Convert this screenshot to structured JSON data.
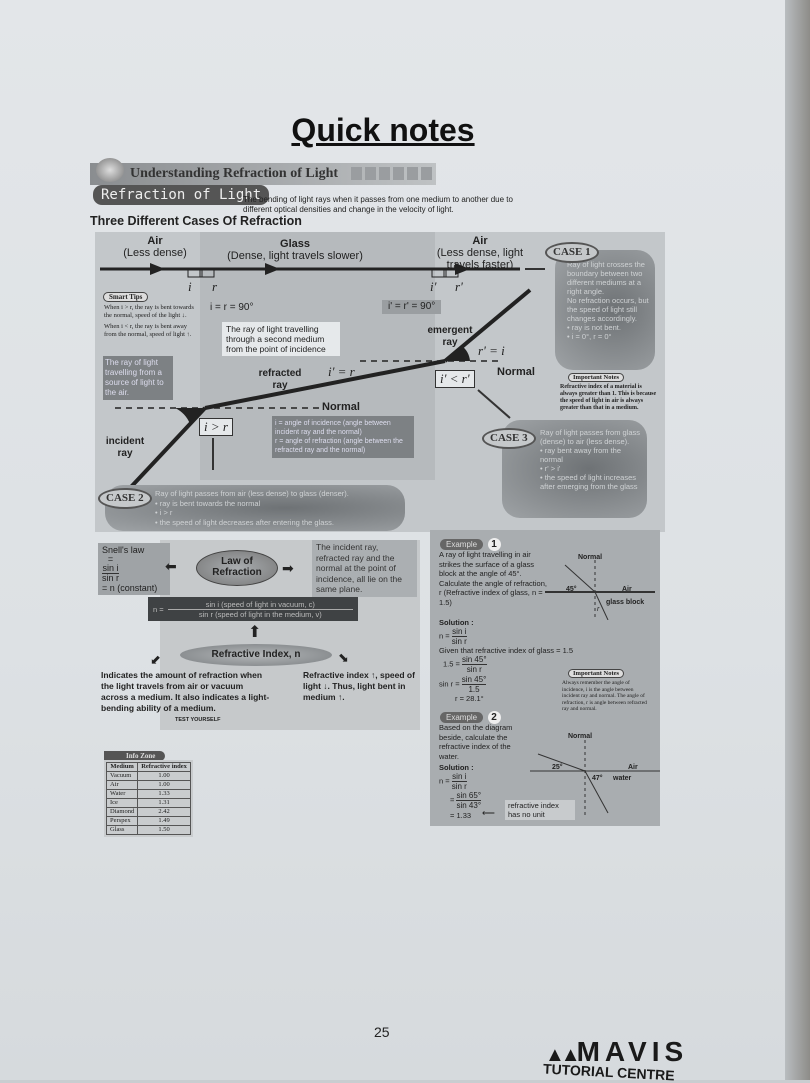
{
  "title": "Quick notes",
  "section": {
    "banner": "Understanding Refraction of Light",
    "pill": "Refraction of Light",
    "definition": "The bending of light rays when it passes from one medium to another due to different optical densities and change in the velocity of light."
  },
  "subheading": "Three Different Cases Of Refraction",
  "diagram": {
    "air_left": "Air",
    "air_left_sub": "(Less dense)",
    "glass": "Glass",
    "glass_sub": "(Dense, light travels slower)",
    "air_right": "Air",
    "air_right_sub": "(Less dense, light travels faster)",
    "i": "i",
    "r": "r",
    "i_prime": "i'",
    "r_prime": "r'",
    "eq_90": "i = r = 90°",
    "eq_90_prime": "i' = r' = 90°",
    "refracted_note": "The ray of light travelling through a second medium from the point of incidence",
    "emergent": "emergent ray",
    "refracted": "refracted ray",
    "incident": "incident ray",
    "ip_eq_r": "i' = r",
    "rp_eq_i": "r' = i",
    "normal": "Normal",
    "normal2": "Normal",
    "i_gt_r": "i > r",
    "ip_lt_rp": "i' < r'",
    "incident_note": "The ray of light travelling from a source of light to the air.",
    "defs": [
      {
        "sym": "i =",
        "text": "angle of incidence (angle between incident ray and the normal)"
      },
      {
        "sym": "r =",
        "text": "angle of refraction (angle between the refracted ray and the normal)"
      }
    ]
  },
  "smart_tips": {
    "label": "Smart Tips",
    "items": [
      "When i > r, the ray is bent towards the normal, speed of the light ↓.",
      "When i < r, the ray is bent away from the normal, speed of light ↑."
    ]
  },
  "case1": {
    "label": "CASE 1",
    "lines": [
      "Ray of light crosses the boundary between two different mediums at a right angle.",
      "No refraction occurs, but the speed of light still changes accordingly."
    ],
    "bullets": [
      "ray is not bent.",
      "i = 0°, r = 0°"
    ]
  },
  "important1": {
    "label": "Important Notes",
    "text": "Refractive index of a material is always greater than 1. This is because the speed of light in air is always greater than that in a medium."
  },
  "case3": {
    "label": "CASE 3",
    "text": "Ray of light passes from glass (dense) to air (less dense).",
    "bullets": [
      "ray bent away from the normal",
      "r' > i'",
      "the speed of light increases after emerging from the glass"
    ]
  },
  "case2": {
    "label": "CASE 2",
    "text": "Ray of light passes from air (less dense) to glass (denser).",
    "bullets": [
      "ray is bent towards the normal",
      "i > r",
      "the speed of light decreases after entering the glass."
    ]
  },
  "law": {
    "center": "Law of Refraction",
    "snell_title": "Snell's law",
    "snell_num": "sin i",
    "snell_den": "sin r",
    "snell_const": "= n (constant)",
    "plane": "The incident ray, refracted ray and the normal at the point of incidence, all lie on the same plane.",
    "formula_n": "n =",
    "formula_num": "sin i (speed of light in vacuum, c)",
    "formula_den": "sin r (speed of light in the medium, v)"
  },
  "refractive": {
    "center": "Refractive Index, n",
    "left": "Indicates the amount of refraction when the light travels from air or vacuum across a medium. It also indicates a light-bending ability of a medium.",
    "right": "Refractive index ↑, speed of light ↓. Thus, light bent in medium ↑.",
    "test": "TEST YOURSELF"
  },
  "info_zone": {
    "label": "Info Zone",
    "headers": [
      "Medium",
      "Refractive index"
    ],
    "rows": [
      [
        "Vacuum",
        "1.00"
      ],
      [
        "Air",
        "1.00"
      ],
      [
        "Water",
        "1.33"
      ],
      [
        "Ice",
        "1.31"
      ],
      [
        "Diamond",
        "2.42"
      ],
      [
        "Perspex",
        "1.49"
      ],
      [
        "Glass",
        "1.50"
      ]
    ]
  },
  "example1": {
    "label": "Example",
    "num": "1",
    "question": "A ray of light travelling in air strikes the surface of a glass block at the angle of 45°. Calculate the angle of refraction, r (Refractive index of glass, n = 1.5)",
    "solution": "Solution :",
    "n_eq": "n =",
    "sin_i": "sin i",
    "sin_r": "sin r",
    "given": "Given that refractive index of glass = 1.5",
    "l1": "1.5 =",
    "sin45": "sin 45°",
    "l2": "sin r =",
    "d15": "1.5",
    "result": "r = 28.1°",
    "fig_normal": "Normal",
    "fig_angle": "45°",
    "fig_air": "Air",
    "fig_glass": "glass block",
    "fig_r": "r"
  },
  "important2": {
    "label": "Important Notes",
    "text": "Always remember the angle of incidence, i is the angle between incident ray and normal. The angle of refraction, r is angle between refracted ray and normal."
  },
  "example2": {
    "label": "Example",
    "num": "2",
    "question": "Based on the diagram beside, calculate the refractive index of the water.",
    "solution": "Solution :",
    "n_eq": "n =",
    "sin_i": "sin i",
    "sin_r": "sin r",
    "eq": "=",
    "sin65": "sin 65°",
    "sin43": "sin 43°",
    "result": "= 1.33",
    "note": "refractive index has no unit",
    "fig_normal": "Normal",
    "fig_a1": "25°",
    "fig_a2": "47°",
    "fig_air": "Air",
    "fig_water": "water"
  },
  "page_number": "25",
  "logo": {
    "name": "MAVIS",
    "sub": "TUTORIAL CENTRE"
  }
}
